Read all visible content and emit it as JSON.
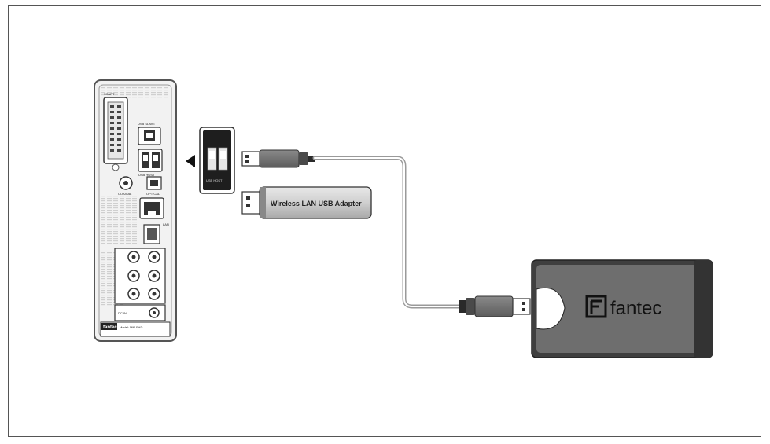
{
  "diagram": {
    "device_panel": {
      "port_labels": [
        "SCART",
        "USB SLAVE",
        "USB HOST",
        "OPTICAL",
        "COAXIAL",
        "LAN",
        "DC IN",
        "Model: MM-FHD"
      ],
      "brand_label": "fantec"
    },
    "usb_host_port": {
      "label": "USB HOST"
    },
    "wireless_adapter": {
      "label": "Wireless LAN USB Adapter"
    },
    "external_drive": {
      "brand": "fantec"
    },
    "colors": {
      "panel_fill": "#f2f2f2",
      "panel_stroke": "#555555",
      "drive_body": "#6e6e6e",
      "drive_dark": "#3f3f3f",
      "cable": "#bdbdbd"
    }
  }
}
